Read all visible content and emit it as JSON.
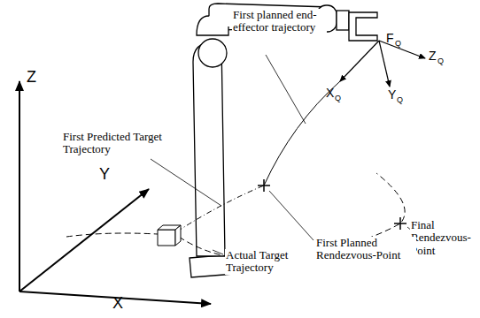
{
  "diagram": {
    "labels": [
      "Z",
      "Y",
      "X",
      "First planned end-effector trajectory",
      "F",
      "Q",
      "Z",
      "Q",
      "Y",
      "Q",
      "X",
      "Q",
      "First Predicted Target Trajectory",
      "Final Rendezvous-Point",
      "First Planned Rendezvous-Point",
      "Actual Target Trajectory"
    ]
  }
}
